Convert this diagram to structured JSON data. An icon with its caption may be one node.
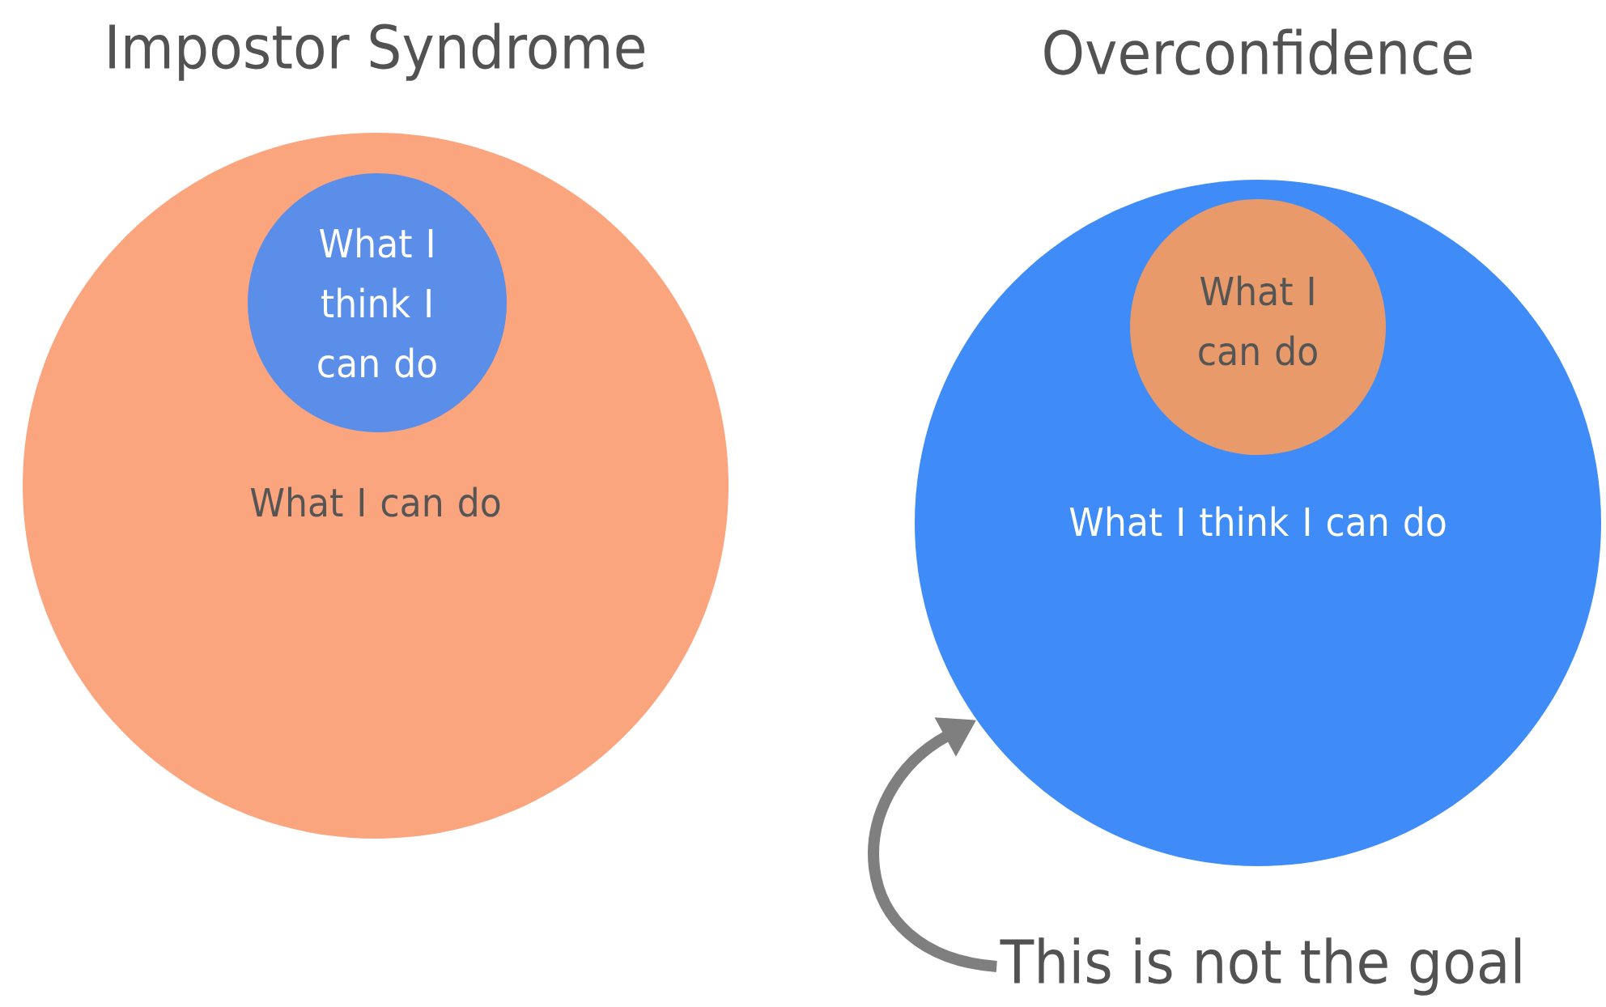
{
  "diagram": {
    "nodes": [
      {
        "text": [
          "Impostor Syndrome",
          "What I can do"
        ]
      },
      {
        "text": [
          "What I think I can do"
        ],
        "in": 0
      },
      {
        "text": [
          "Overconfidence",
          "What I think I can do"
        ]
      },
      {
        "text": [
          "What I can do"
        ],
        "in": 2
      },
      {
        "text": [
          "This is not the goal"
        ]
      }
    ],
    "edges": [
      {
        "from": 4,
        "to": 2,
        "arrow": "to"
      }
    ]
  }
}
